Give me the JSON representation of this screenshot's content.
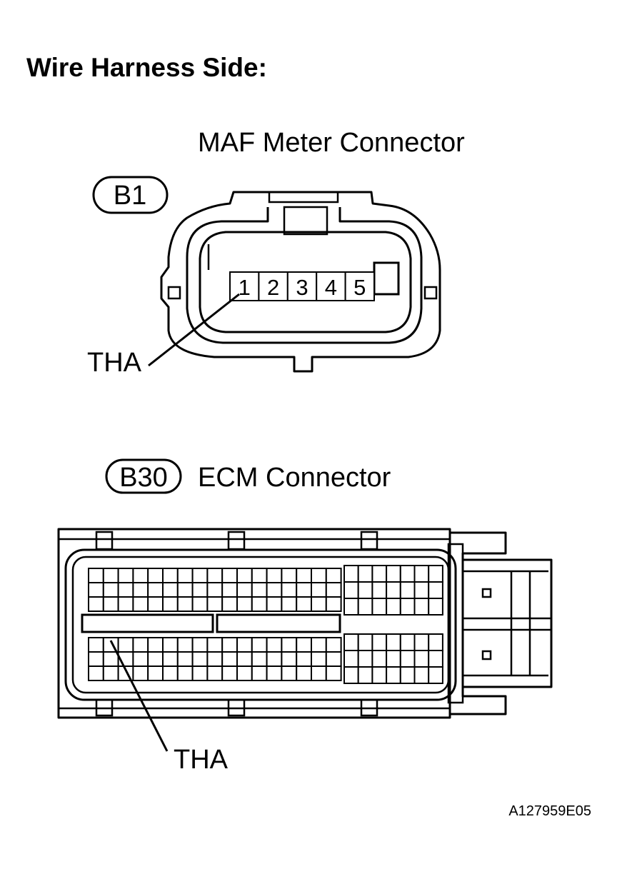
{
  "title": "Wire Harness Side:",
  "maf": {
    "label": "MAF Meter Connector",
    "code": "B1",
    "pins": [
      "1",
      "2",
      "3",
      "4",
      "5"
    ],
    "signal": "THA"
  },
  "ecm": {
    "label": "ECM Connector",
    "code": "B30",
    "signal": "THA"
  },
  "figure_id": "A127959E05"
}
